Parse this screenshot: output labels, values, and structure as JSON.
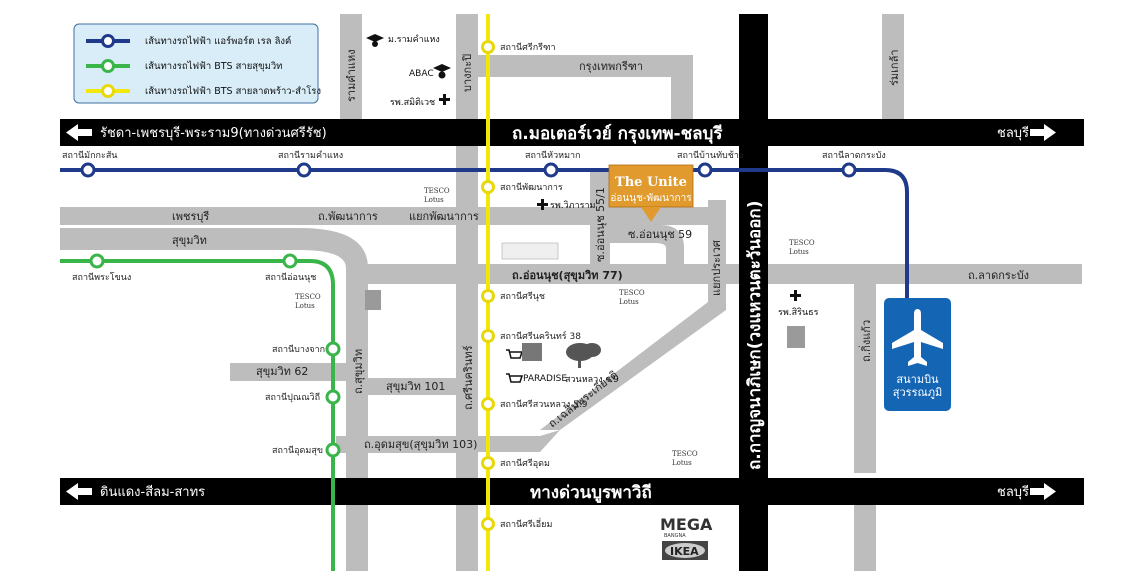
{
  "legend": {
    "items": [
      {
        "label": "เส้นทางรถไฟฟ้า แอร์พอร์ต เรล ลิงค์",
        "color": "#1f3a8a"
      },
      {
        "label": "เส้นทางรถไฟฟ้า BTS สายสุขุมวิท",
        "color": "#3ab54a"
      },
      {
        "label": "เส้นทางรถไฟฟ้า BTS สายลาดพร้าว-สำโรง",
        "color": "#f2e70b"
      }
    ]
  },
  "highways": {
    "top_left": "รัชดา-เพชรบุรี-พระราม9(ทางด่วนศรีรัช)",
    "top_center": "ถ.มอเตอร์เวย์ กรุงเทพ-ชลบุรี",
    "top_right": "ชลบุรี",
    "bottom_left": "ดินแดง-สีลม-สาทร",
    "bottom_center": "ทางด่วนบูรพาวิถี",
    "bottom_right": "ชลบุรี",
    "vertical": "ถ.กาญจนาภิเษก(วงแหวนตะวันออก)"
  },
  "roads": {
    "ramkhamhaeng": "รามคำแหง",
    "bangkapi": "บางกะปิ",
    "romklao": "ร่มเกล้า",
    "krungthepkreetha": "กรุงเทพกรีฑา",
    "phetchaburi": "เพชรบุรี",
    "phatthanakan": "ถ.พัฒนาการ",
    "phatthanakan_junction": "แยกพัฒนาการ",
    "sukhumvit": "สุขุมวิท",
    "onnut": "ถ.อ่อนนุช(สุขุมวิท 77)",
    "ladkrabang": "ถ.ลาดกระบัง",
    "onnut55": "ซ.อ่อนนุช 55/1",
    "onnut59": "ซ.อ่อนนุช 59",
    "prawet": "แยกประเวศ",
    "thnsukhumvit": "ถ.สุขุมวิท",
    "sukhumvit62": "สุขุมวิท 62",
    "sukhumvit101": "สุขุมวิท 101",
    "srinagarindra": "ถ.ศรีนครินทร์",
    "chaloemphrakiat": "ถ.เฉลิมพระเกียรติ",
    "udomsuk": "ถ.อุดมสุข(สุขุมวิท 103)",
    "kingkaew": "ถ.กิ่งแก้ว"
  },
  "arl_stations": [
    "สถานีมักกะสัน",
    "สถานีรามคำแหง",
    "สถานีหัวหมาก",
    "สถานีบ้านทับช้าง",
    "สถานีลาดกระบัง"
  ],
  "bts_sukhumvit_stations": [
    "สถานีพระโขนง",
    "สถานีอ่อนนุช",
    "สถานีบางจาก",
    "สถานีปุณณวิถี",
    "สถานีอุดมสุข"
  ],
  "bts_yellow_stations": [
    "สถานีศรีกรีฑา",
    "สถานีพัฒนาการ",
    "สถานีศรีนุช",
    "สถานีศรีนครินทร์ 38",
    "สถานีศรีสวนหลวง 5.9",
    "สถานีศรีอุดม",
    "สถานีศรีเอี่ยม"
  ],
  "pois": {
    "ram_univ": "ม.รามคำแหง",
    "abac": "ABAC",
    "samitivej": "รพ.สมิติเวช",
    "wiharam": "รพ.วิภาราม",
    "sirinthorn": "รพ.สิรินธร",
    "suanluang": "สวนหลวง ร.9",
    "paradise": "PARADISE",
    "mega": "MEGA",
    "mega_sub": "BANGNA",
    "ikea": "IKEA",
    "tesco_top": "TESCO",
    "tesco_bottom": "Lotus"
  },
  "project": {
    "name": "The Unite",
    "subtitle": "อ่อนนุช-พัฒนาการ",
    "color": "#e09a2e"
  },
  "airport": {
    "line1": "สนามบิน",
    "line2": "สุวรรณภูมิ",
    "color": "#1565b5"
  },
  "colors": {
    "arl": "#1f3a8a",
    "bts_green": "#3ab54a",
    "bts_yellow": "#f2e70b",
    "road": "#bdbdbd",
    "highway": "#000000"
  }
}
